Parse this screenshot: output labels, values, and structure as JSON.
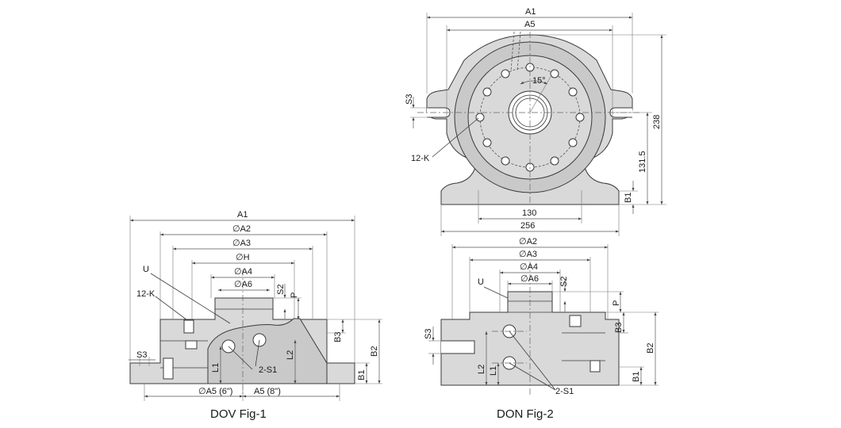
{
  "fig2": {
    "top": {
      "a1": "A1",
      "a5": "A5",
      "angle": "15°",
      "s3": "S3",
      "k": "12-K",
      "d238": "238",
      "d131": "131.5",
      "b1": "B1",
      "d130": "130",
      "d256": "256"
    },
    "front": {
      "a2": "∅A2",
      "a3": "∅A3",
      "a4": "∅A4",
      "a6": "∅A6",
      "u": "U",
      "s2": "S2",
      "p": "P",
      "s3": "S3",
      "b3": "B3",
      "b2": "B2",
      "b1": "B1",
      "l2": "L2",
      "l1": "L1",
      "s1": "2-S1"
    },
    "caption": "DON  Fig-2"
  },
  "fig1": {
    "a1": "A1",
    "a2": "∅A2",
    "a3": "∅A3",
    "h": "∅H",
    "a4": "∅A4",
    "a6": "∅A6",
    "u": "U",
    "k": "12-K",
    "s2": "S2",
    "p": "P",
    "s3": "S3",
    "b3": "B3",
    "b2": "B2",
    "b1": "B1",
    "l1": "L1",
    "l2": "L2",
    "s1": "2-S1",
    "a5_6": "∅A5 (6\")",
    "a5_8": "A5 (8\")",
    "caption": "DOV  Fig-1"
  }
}
